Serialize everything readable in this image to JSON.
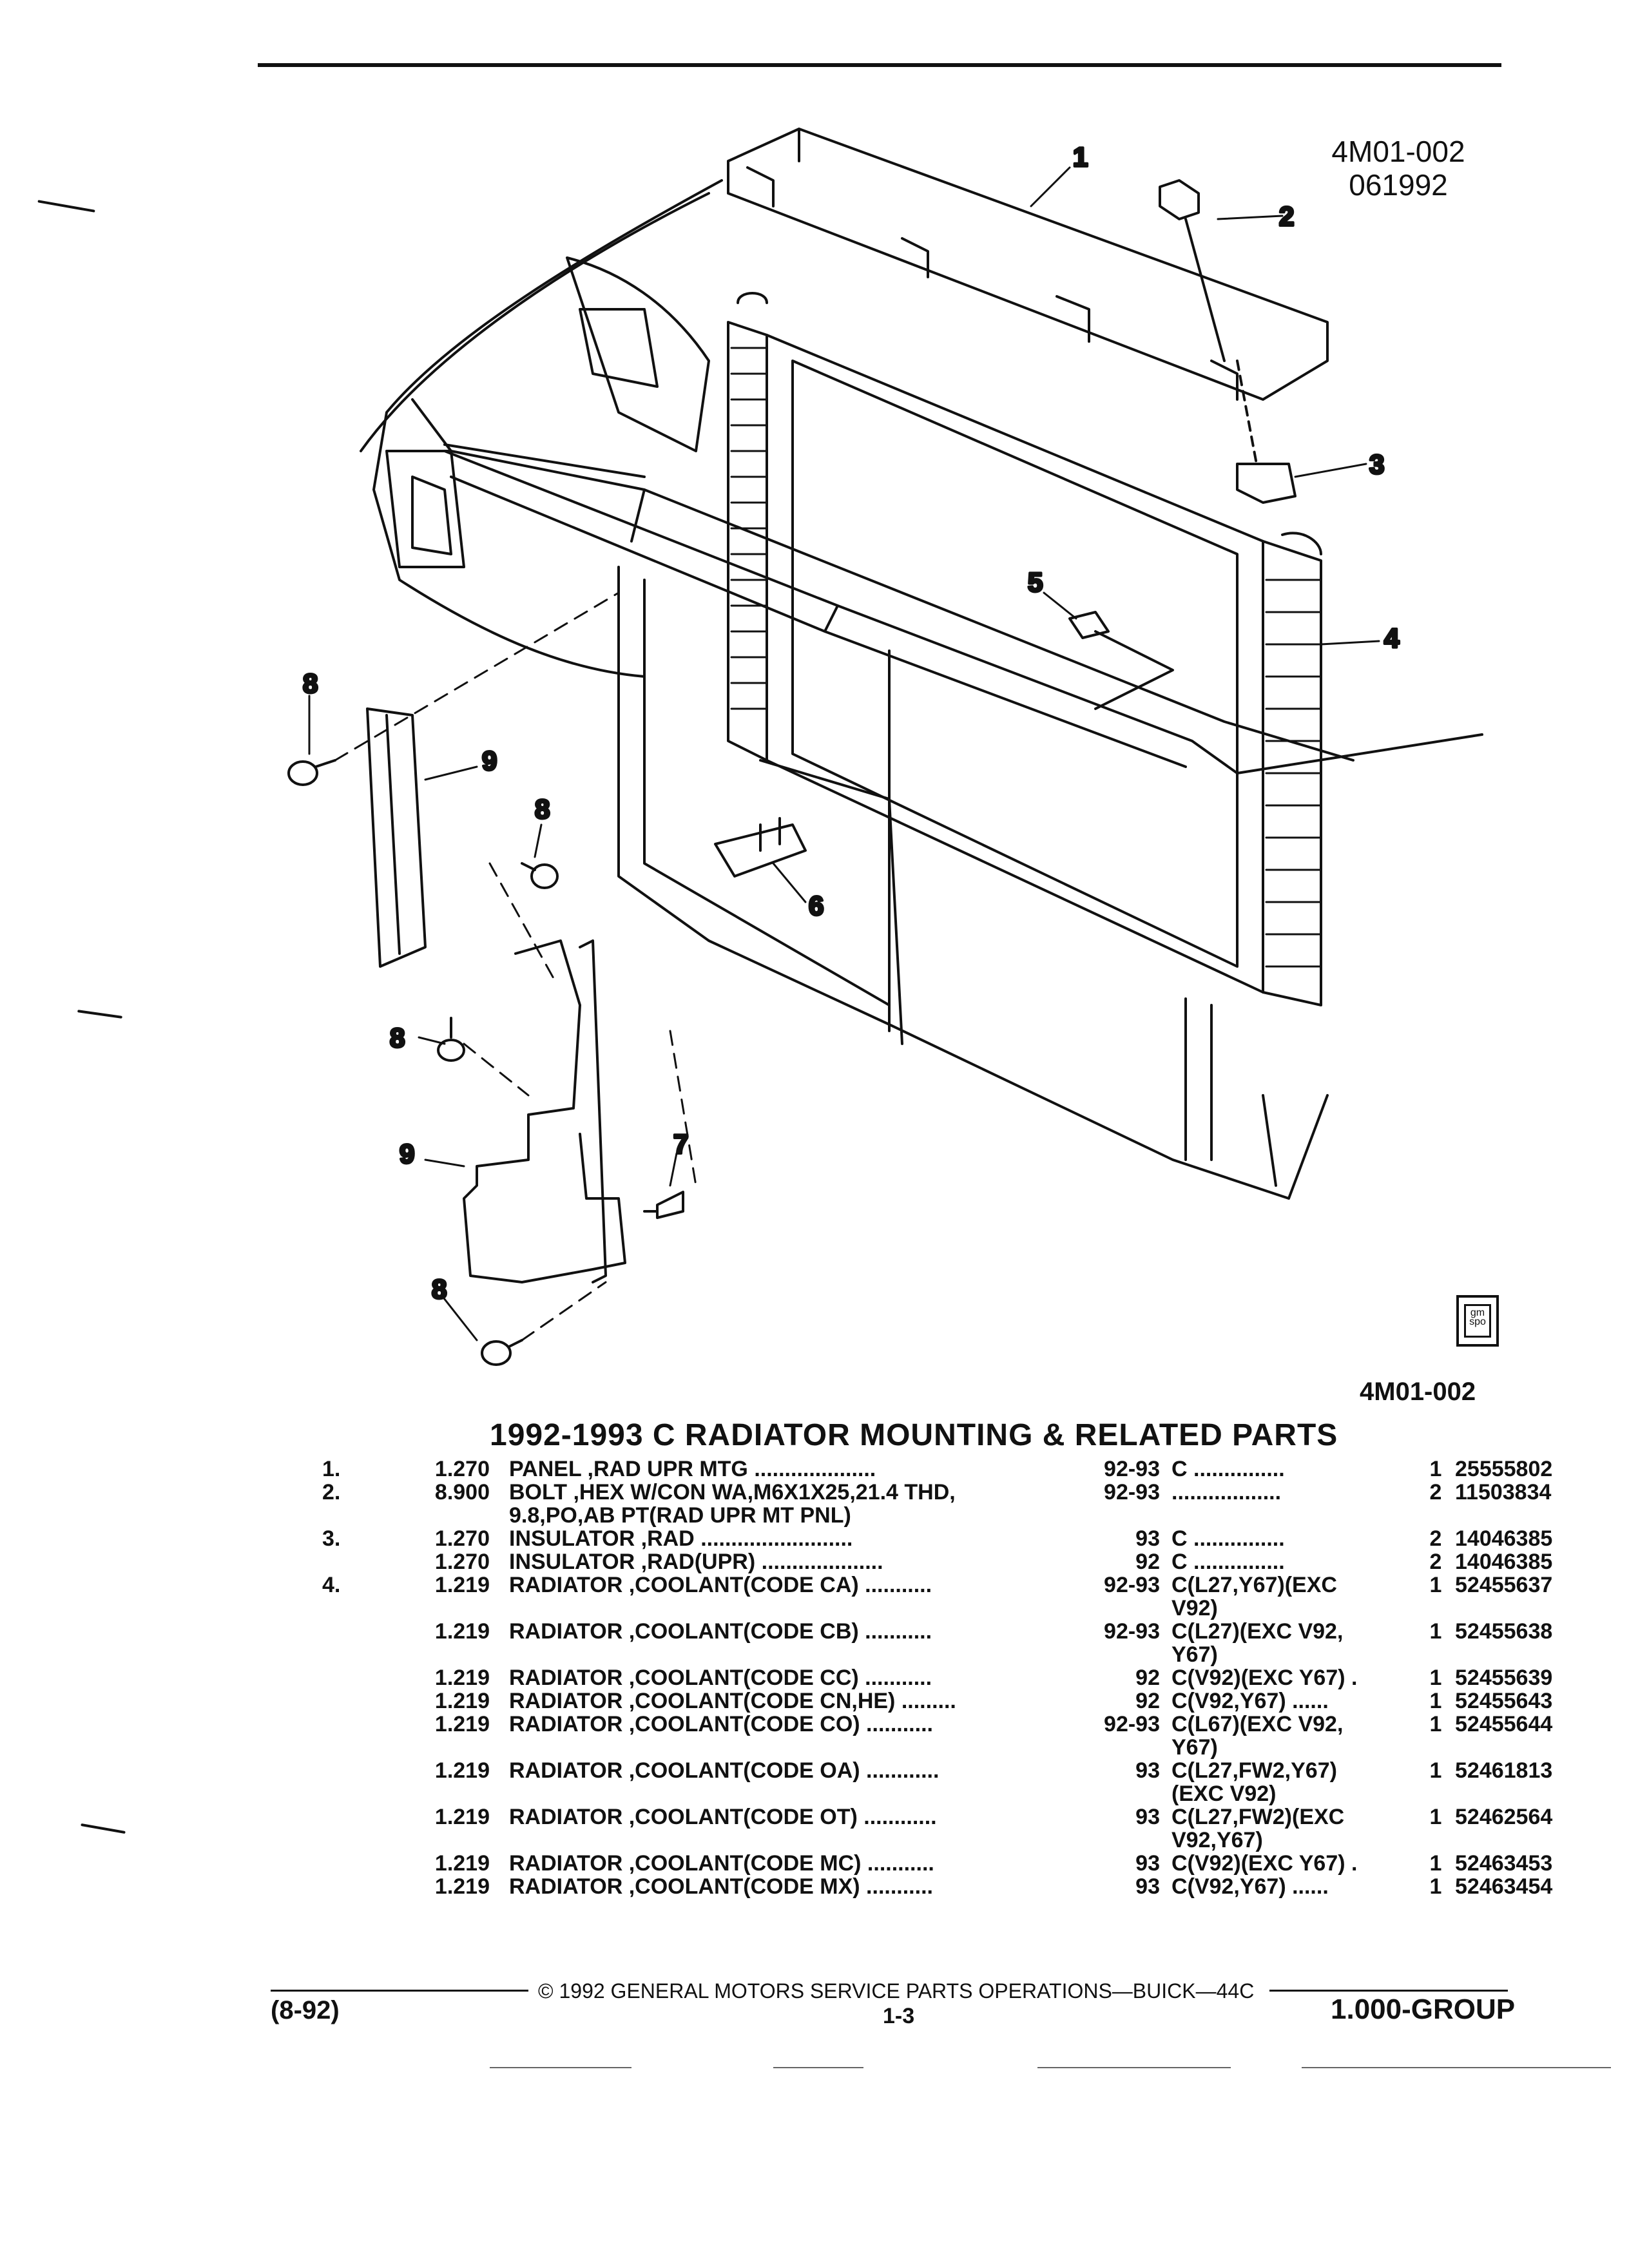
{
  "figure": {
    "id": "4M01-002",
    "date_code": "061992",
    "footer_id": "4M01-002",
    "logo_text": "gm spo",
    "callouts": [
      "1",
      "2",
      "3",
      "4",
      "5",
      "6",
      "7",
      "8",
      "8",
      "8",
      "8",
      "9",
      "9"
    ]
  },
  "title": "1992-1993 C RADIATOR MOUNTING & RELATED PARTS",
  "parts": [
    {
      "idx": "1.",
      "num": "1.270",
      "desc": "PANEL ,RAD UPR MTG",
      "dots": " ....................",
      "years": "92-93",
      "app": "C ...............",
      "app2": "",
      "qty": "1",
      "pn": "25555802"
    },
    {
      "idx": "2.",
      "num": "8.900",
      "desc": "BOLT ,HEX W/CON WA,M6X1X25,21.4 THD,",
      "dots": "",
      "years": "92-93",
      "app": "..................",
      "app2": "",
      "qty": "2",
      "pn": "11503834",
      "desc2": "9.8,PO,AB PT(RAD UPR MT PNL)"
    },
    {
      "idx": "3.",
      "num": "1.270",
      "desc": "INSULATOR ,RAD",
      "dots": " .........................",
      "years": "93",
      "app": "C ...............",
      "app2": "",
      "qty": "2",
      "pn": "14046385"
    },
    {
      "idx": "",
      "num": "1.270",
      "desc": "INSULATOR ,RAD(UPR)",
      "dots": " ....................",
      "years": "92",
      "app": "C ...............",
      "app2": "",
      "qty": "2",
      "pn": "14046385"
    },
    {
      "idx": "4.",
      "num": "1.219",
      "desc": "RADIATOR ,COOLANT(CODE CA)",
      "dots": " ...........",
      "years": "92-93",
      "app": "C(L27,Y67)(EXC",
      "app2": "V92)",
      "qty": "1",
      "pn": "52455637"
    },
    {
      "idx": "",
      "num": "1.219",
      "desc": "RADIATOR ,COOLANT(CODE CB)",
      "dots": " ...........",
      "years": "92-93",
      "app": "C(L27)(EXC V92,",
      "app2": "Y67)",
      "qty": "1",
      "pn": "52455638"
    },
    {
      "idx": "",
      "num": "1.219",
      "desc": "RADIATOR ,COOLANT(CODE CC)",
      "dots": " ...........",
      "years": "92",
      "app": "C(V92)(EXC Y67) .",
      "app2": "",
      "qty": "1",
      "pn": "52455639"
    },
    {
      "idx": "",
      "num": "1.219",
      "desc": "RADIATOR ,COOLANT(CODE CN,HE)",
      "dots": " .........",
      "years": "92",
      "app": "C(V92,Y67) ......",
      "app2": "",
      "qty": "1",
      "pn": "52455643"
    },
    {
      "idx": "",
      "num": "1.219",
      "desc": "RADIATOR ,COOLANT(CODE CO)",
      "dots": " ...........",
      "years": "92-93",
      "app": "C(L67)(EXC V92,",
      "app2": "Y67)",
      "qty": "1",
      "pn": "52455644"
    },
    {
      "idx": "",
      "num": "1.219",
      "desc": "RADIATOR ,COOLANT(CODE OA)",
      "dots": " ............",
      "years": "93",
      "app": "C(L27,FW2,Y67)",
      "app2": "(EXC V92)",
      "qty": "1",
      "pn": "52461813"
    },
    {
      "idx": "",
      "num": "1.219",
      "desc": "RADIATOR ,COOLANT(CODE OT)",
      "dots": " ............",
      "years": "93",
      "app": "C(L27,FW2)(EXC",
      "app2": "V92,Y67)",
      "qty": "1",
      "pn": "52462564"
    },
    {
      "idx": "",
      "num": "1.219",
      "desc": "RADIATOR ,COOLANT(CODE MC)",
      "dots": " ...........",
      "years": "93",
      "app": "C(V92)(EXC Y67) .",
      "app2": "",
      "qty": "1",
      "pn": "52463453"
    },
    {
      "idx": "",
      "num": "1.219",
      "desc": "RADIATOR ,COOLANT(CODE MX)",
      "dots": " ...........",
      "years": "93",
      "app": "C(V92,Y67) ......",
      "app2": "",
      "qty": "1",
      "pn": "52463454"
    }
  ],
  "footer": {
    "copyright": "© 1992 GENERAL MOTORS SERVICE PARTS OPERATIONS—BUICK—44C",
    "date": "(8-92)",
    "page": "1-3",
    "group": "1.000-GROUP"
  }
}
